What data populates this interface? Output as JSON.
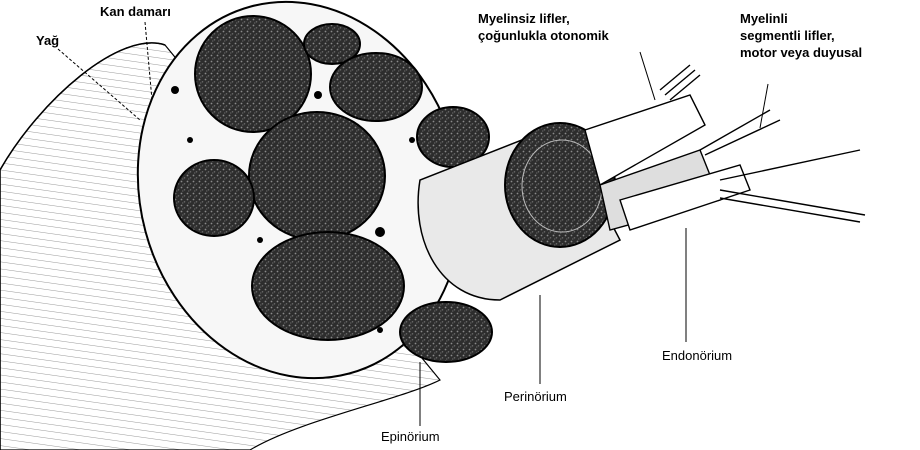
{
  "labels": {
    "kan_damari": "Kan damarı",
    "yag": "Yağ",
    "myelinsiz_line1": "Myelinsiz lifler,",
    "myelinsiz_line2": "çoğunlukla otonomik",
    "myelinli_line1": "Myelinli",
    "myelinli_line2": "segmentli lifler,",
    "myelinli_line3": "motor veya duyusal",
    "endonorium": "Endonörium",
    "perinorium": "Perinörium",
    "epinorium": "Epinörium"
  },
  "colors": {
    "ink": "#000000",
    "fascicle_fill": "#3a3a3a",
    "background": "#ffffff"
  }
}
